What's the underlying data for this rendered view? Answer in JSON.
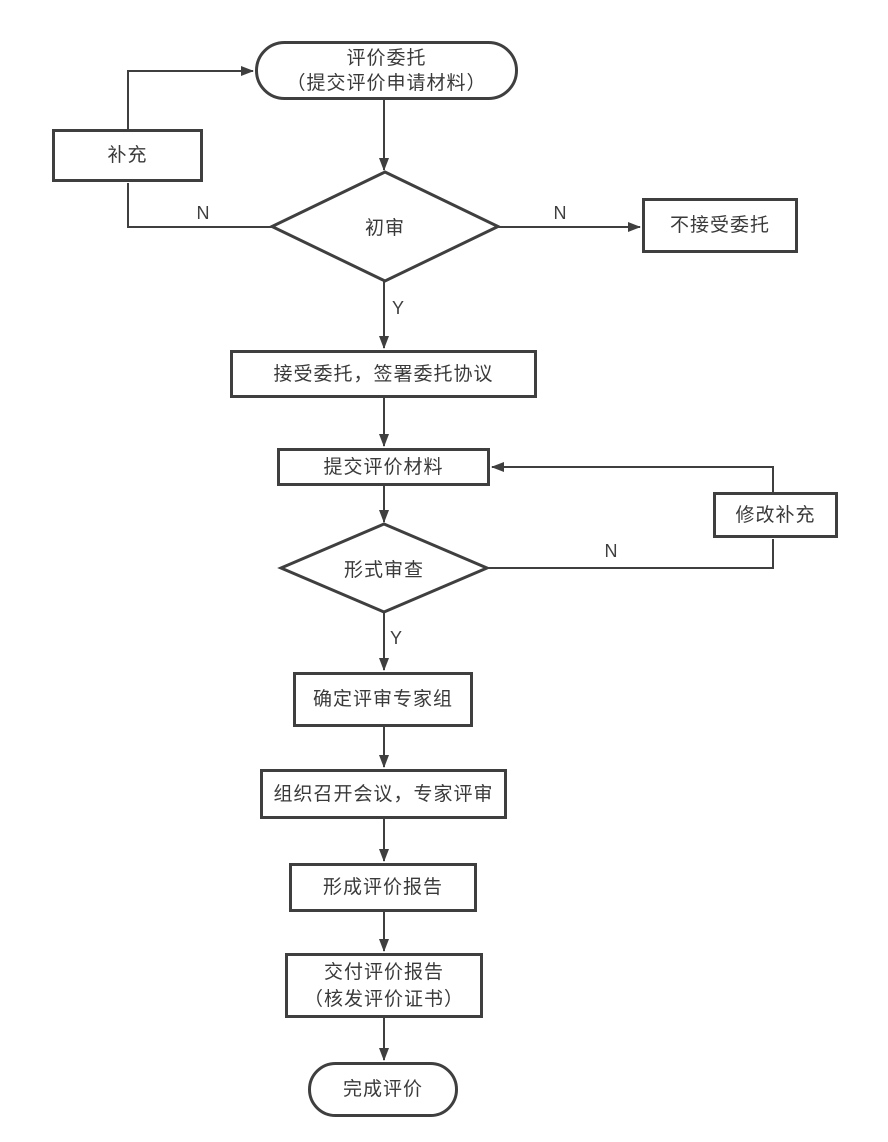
{
  "colors": {
    "stroke": "#3f3f3f",
    "text": "#3a3a3a",
    "background": "#ffffff"
  },
  "nodes": {
    "start": {
      "line1": "评价委托",
      "line2": "（提交评价申请材料）"
    },
    "supplement": {
      "label": "补充"
    },
    "initial_review": {
      "label": "初审"
    },
    "reject": {
      "label": "不接受委托"
    },
    "accept_commission": {
      "label": "接受委托，签署委托协议"
    },
    "submit_materials": {
      "label": "提交评价材料"
    },
    "revise_supplement": {
      "label": "修改补充"
    },
    "formal_review": {
      "label": "形式审查"
    },
    "confirm_experts": {
      "label": "确定评审专家组"
    },
    "organize_meeting": {
      "label": "组织召开会议，专家评审"
    },
    "form_report": {
      "label": "形成评价报告"
    },
    "deliver_report": {
      "line1": "交付评价报告",
      "line2": "（核发评价证书）"
    },
    "finish": {
      "label": "完成评价"
    }
  },
  "edge_labels": {
    "initial_no_left": "N",
    "initial_no_right": "N",
    "initial_yes": "Y",
    "formal_no": "N",
    "formal_yes": "Y"
  }
}
